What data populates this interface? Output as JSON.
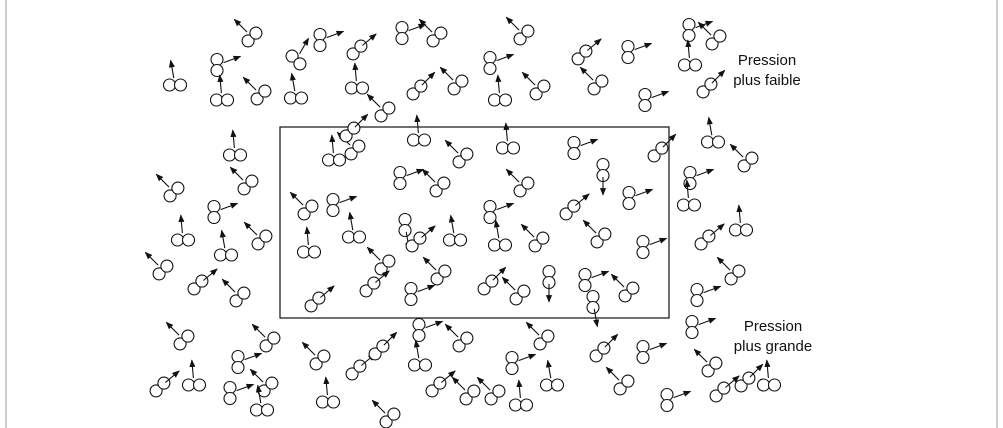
{
  "labels": {
    "low_pressure": [
      "Pression",
      "plus faible"
    ],
    "high_pressure": [
      "Pression",
      "plus grande"
    ]
  },
  "colors": {
    "ink": "#111111",
    "frame": "#bdbdbd"
  },
  "icons": {
    "molecule": "diatomic-molecule-icon",
    "velocity": "velocity-arrow-icon"
  }
}
